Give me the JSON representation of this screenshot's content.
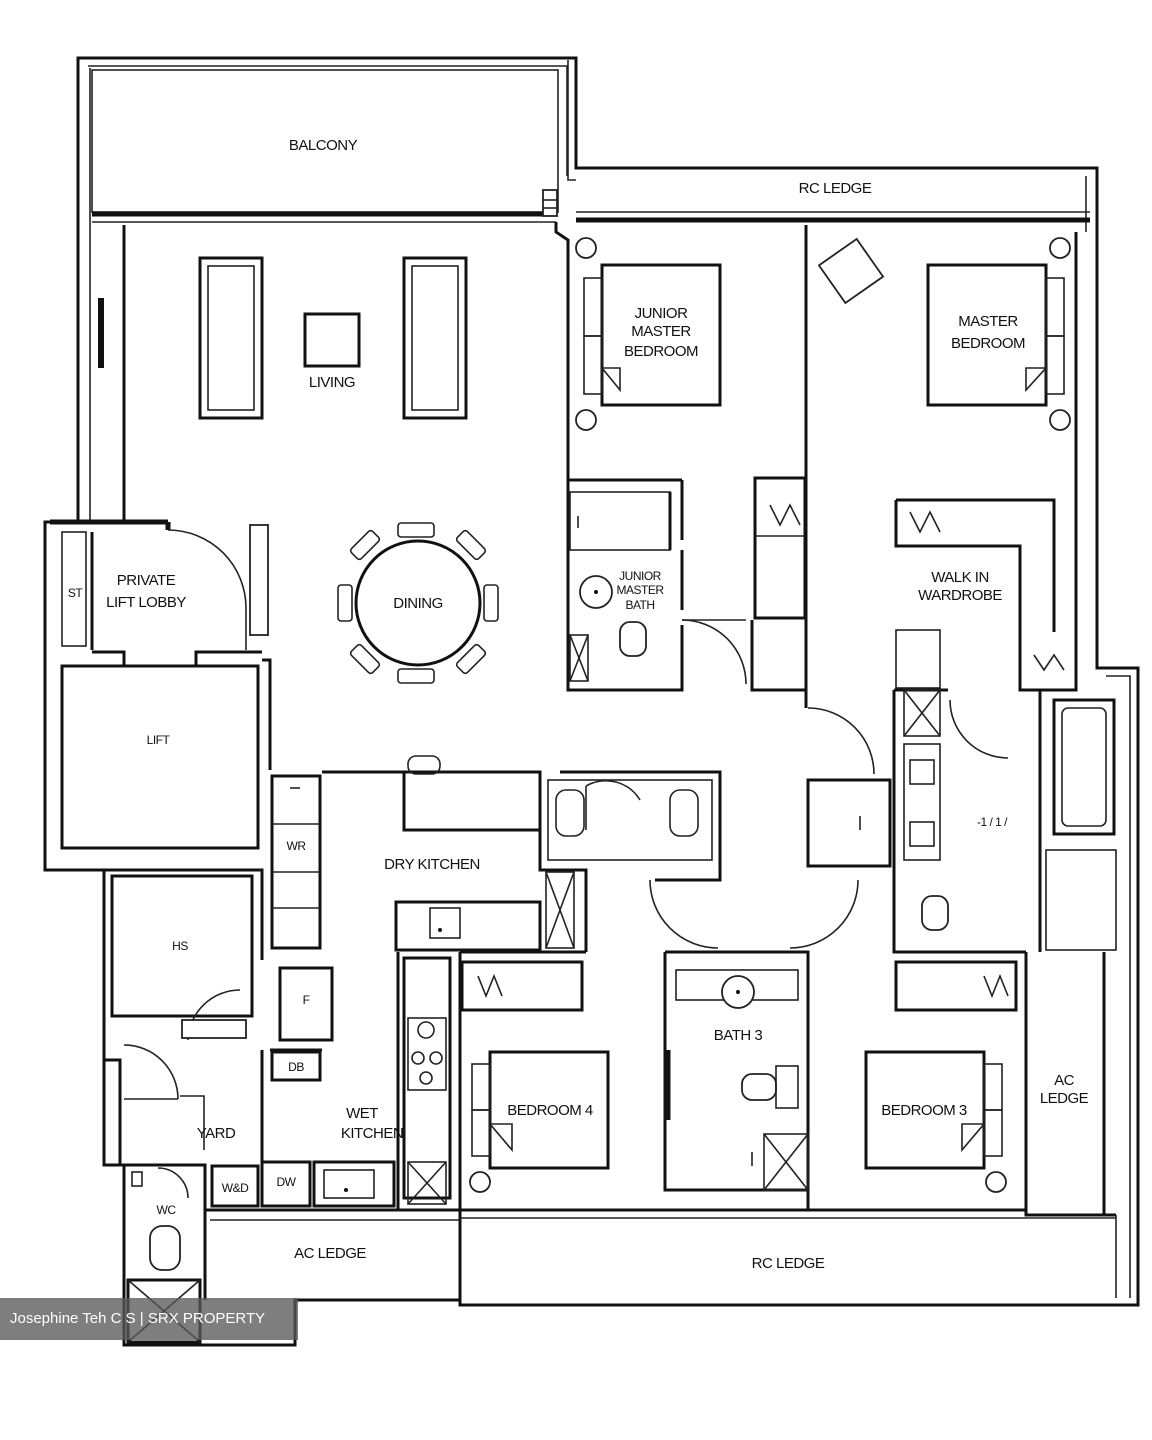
{
  "rooms": {
    "balcony": "BALCONY",
    "rc_ledge_top": "RC LEDGE",
    "living": "LIVING",
    "junior_master_bedroom": [
      "JUNIOR",
      "MASTER",
      "BEDROOM"
    ],
    "master_bedroom": [
      "MASTER",
      "BEDROOM"
    ],
    "private_lift_lobby": [
      "PRIVATE",
      "LIFT LOBBY"
    ],
    "st": "ST",
    "dining": "DINING",
    "junior_master_bath": [
      "JUNIOR",
      "MASTER",
      "BATH"
    ],
    "walk_in_wardrobe": [
      "WALK IN",
      "WARDROBE"
    ],
    "lift": "LIFT",
    "wr": "WR",
    "dry_kitchen": "DRY KITCHEN",
    "hs": "HS",
    "f": "F",
    "db": "DB",
    "bath_3": "BATH 3",
    "wet_kitchen": [
      "WET",
      "KITCHEN"
    ],
    "bedroom_4": "BEDROOM 4",
    "bedroom_3": "BEDROOM 3",
    "ac_ledge_right": [
      "AC",
      "LEDGE"
    ],
    "yard": "YARD",
    "wd": "W&D",
    "dw": "DW",
    "wc": "WC",
    "ac_ledge_bottom": "AC LEDGE",
    "rc_ledge_bottom": "RC LEDGE"
  },
  "watermark": "Josephine Teh C S | SRX PROPERTY"
}
